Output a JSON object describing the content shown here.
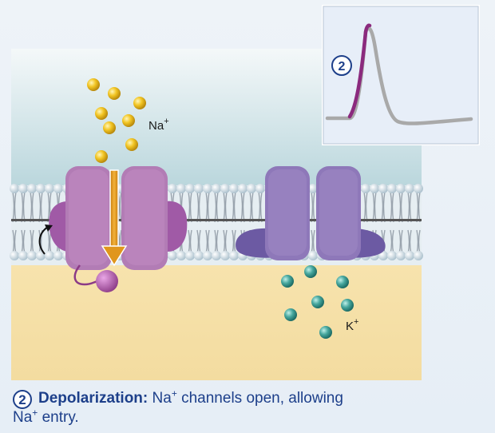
{
  "labels": {
    "sodium": "Na",
    "sodium_charge": "+",
    "potassium": "K",
    "potassium_charge": "+",
    "inset_step": "2"
  },
  "caption": {
    "step": "2",
    "title": "Depolarization:",
    "text_pre": "Na",
    "text_sup1": "+",
    "text_mid": " channels open, allowing",
    "text_line2_pre": "Na",
    "text_sup2": "+",
    "text_line2_post": " entry."
  },
  "colors": {
    "extracellular": "#bcd7dd",
    "intracellular": "#f2d795",
    "na_channel": "#a566a8",
    "k_channel": "#7e6aae",
    "sodium_ion": "#e8b81c",
    "potassium_ion": "#3f9c94",
    "arrow": "#e0961c",
    "action_potential_active": "#8b2a7e",
    "action_potential_rest": "#a9a9a9",
    "caption_text": "#1d3f8a"
  },
  "icons": {
    "sodium_arrow": "arrow-down-icon",
    "gate_rotation": "curved-arrow-icon"
  }
}
